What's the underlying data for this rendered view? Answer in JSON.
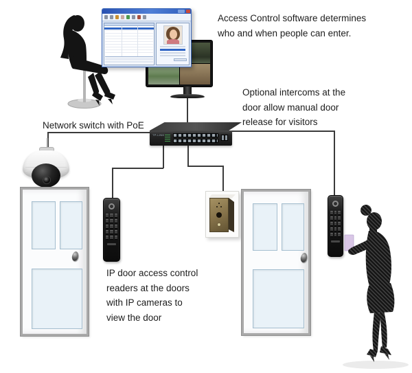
{
  "annotations": {
    "software_note": {
      "lines": [
        "Access Control software determines",
        "who and when people can enter."
      ]
    },
    "intercom_note": {
      "lines": [
        "Optional intercoms at the",
        "door allow manual door",
        "release for visitors"
      ]
    },
    "switch_label": "Network switch with PoE",
    "readers_note": {
      "lines": [
        "IP door access control",
        "readers at the doors",
        "with IP cameras to",
        "view the door"
      ]
    }
  },
  "devices": {
    "switch": {
      "brand": "TP-LINK"
    }
  },
  "colors": {
    "connection_line": "#3a3a3a",
    "access_card": "#d9c6e6",
    "window_titlebar": "#2e56b5",
    "door_panel": "#e9f2f8",
    "intercom_brass": "#837048"
  }
}
